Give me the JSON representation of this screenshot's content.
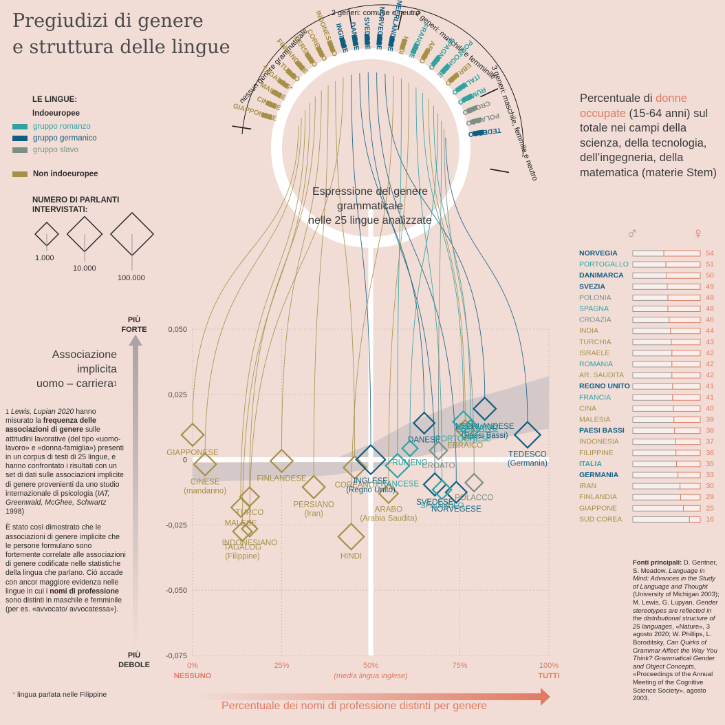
{
  "title": [
    "Pregiudizi di genere",
    "e struttura delle lingue"
  ],
  "colors": {
    "romanzo": "#2fa3a3",
    "germanico": "#0f5e82",
    "slavo": "#7b8f86",
    "non_indoeuropee": "#a69048",
    "female": "#e07a62",
    "male": "#9a9a9a",
    "background": "#f1ddd6"
  },
  "legend": {
    "heading": "LE LINGUE:",
    "subheading": "Indoeuropee",
    "groups": [
      {
        "label": "gruppo romanzo",
        "color": "#2fa3a3"
      },
      {
        "label": "gruppo germanico",
        "color": "#0f5e82"
      },
      {
        "label": "gruppo slavo",
        "color": "#7b8f86"
      }
    ],
    "non_indo": {
      "label": "Non indoeuropee",
      "color": "#a69048"
    },
    "speakers_heading": [
      "NUMERO DI PARLANTI",
      "INTERVISTATI:"
    ],
    "speakers": [
      "1.000",
      "10.000",
      "100.000"
    ]
  },
  "note": {
    "number": "1",
    "p1_authors": "Lewis, Lupian 2020",
    "p1_a": " hanno misurato la ",
    "p1_bold": "frequenza delle associazioni di genere",
    "p1_b": " sulle attitudini lavorative (del tipo «uomo-lavoro» e «donna-famiglia») presenti in un corpus di testi di 25 lingue, e hanno confrontato i risultati con un set di dati sulle associazioni implicite di genere provenienti da uno studio internazionale di psicologia (",
    "p1_cite": "IAT, Greenwald, McGhee, Schwartz",
    "p1_c": " 1998)",
    "p2_a": "È stato così dimostrato che le associazioni di genere implicite che le persone formulano sono fortemente correlate alle associazioni di genere codificate nelle statistiche della lingua che parlano. Ciò accade con ancor maggiore evidenza nelle lingue in cui i ",
    "p2_bold": "nomi di professione",
    "p2_b": " sono distinti in maschile e femminile (per es. «avvocato/ avvocatessa»).",
    "footnote": "lingua parlata nelle Filippine"
  },
  "yaxis_label": [
    "Associazione",
    "implicita",
    "uomo – carriera"
  ],
  "yaxis_top": [
    "PIÙ",
    "FORTE"
  ],
  "yaxis_bottom": [
    "PIÙ",
    "DEBOLE"
  ],
  "xaxis_title": "Percentuale dei nomi di professione distinti per genere",
  "xaxis_left": "NESSUNO",
  "xaxis_right": "TUTTI",
  "xaxis_mid_note": "(media lingua inglese)",
  "circle": {
    "title": [
      "Espressione del genere",
      "grammaticale",
      "nelle 25 lingue analizzate"
    ],
    "sectors": [
      "nessun genere grammaticale",
      "2 generi: comune e neutro",
      "2 generi: maschile e femminile",
      "3 generi: maschile, femmile e neutro"
    ],
    "languages": [
      {
        "label": "GIAPPONESE",
        "group": "non"
      },
      {
        "label": "CINESE",
        "group": "non"
      },
      {
        "label": "MALESE",
        "group": "non"
      },
      {
        "label": "TAGALOG*",
        "group": "non"
      },
      {
        "label": "TURCO",
        "group": "non"
      },
      {
        "label": "FINLANDESE",
        "group": "non"
      },
      {
        "label": "PERSIANO",
        "group": "non"
      },
      {
        "label": "COREANO",
        "group": "non"
      },
      {
        "label": "INDONESIANO",
        "group": "non"
      },
      {
        "label": "INGLESE",
        "group": "ger"
      },
      {
        "label": "DANESE",
        "group": "ger"
      },
      {
        "label": "SVEDESE",
        "group": "ger"
      },
      {
        "label": "NORVEGESE",
        "group": "ger"
      },
      {
        "label": "NEERLANDESE",
        "group": "ger"
      },
      {
        "label": "HINDI",
        "group": "non"
      },
      {
        "label": "FRANCESE",
        "group": "rom"
      },
      {
        "label": "ARABO",
        "group": "non"
      },
      {
        "label": "SPAGNOLO",
        "group": "rom"
      },
      {
        "label": "PORTOGHESE",
        "group": "rom"
      },
      {
        "label": "EBRAICO",
        "group": "non"
      },
      {
        "label": "ITALIANO",
        "group": "rom"
      },
      {
        "label": "RUMENO",
        "group": "rom"
      },
      {
        "label": "CROATO",
        "group": "sla"
      },
      {
        "label": "POLACCO",
        "group": "sla"
      },
      {
        "label": "TEDESCO",
        "group": "ger"
      }
    ]
  },
  "chart_data": [
    {
      "type": "scatter",
      "title": "",
      "xlabel": "Percentuale dei nomi di professione distinti per genere",
      "ylabel": "Associazione implicita uomo – carriera",
      "xlim": [
        0,
        100
      ],
      "ylim": [
        -0.075,
        0.05
      ],
      "x_ticks": [
        "0%",
        "25%",
        "50%",
        "75%",
        "100%"
      ],
      "y_ticks": [
        "0,050",
        "0,025",
        "0",
        "-0,025",
        "-0,050",
        "-0,075"
      ],
      "reference_x": 50,
      "reference_y": 0,
      "points": [
        {
          "label": "GIAPPONESE",
          "sub": "",
          "x": 0,
          "y": 0.0095,
          "group": "non",
          "size": 2
        },
        {
          "label": "CINESE",
          "sub": "(mandarino)",
          "x": 3.5,
          "y": -0.0018,
          "group": "non",
          "size": 2
        },
        {
          "label": "FINLANDESE",
          "sub": "",
          "x": 25,
          "y": -0.0005,
          "group": "non",
          "size": 2
        },
        {
          "label": "COREANO",
          "sub": "",
          "x": 45.5,
          "y": -0.003,
          "group": "non",
          "size": 2
        },
        {
          "label": "PERSIANO",
          "sub": "(Iran)",
          "x": 34,
          "y": -0.0105,
          "group": "non",
          "size": 2
        },
        {
          "label": "TURCO",
          "sub": "",
          "x": 16,
          "y": -0.0142,
          "group": "non",
          "size": 1.5
        },
        {
          "label": "MALESE",
          "sub": "",
          "x": 13.5,
          "y": -0.0183,
          "group": "non",
          "size": 1.5
        },
        {
          "label": "INDONESIANO",
          "sub": "",
          "x": 16,
          "y": -0.0265,
          "group": "non",
          "size": 1
        },
        {
          "label": "TAGALOG",
          "sub": "(Filippine)",
          "x": 14,
          "y": -0.0275,
          "group": "non",
          "size": 1.5
        },
        {
          "label": "HINDI",
          "sub": "",
          "x": 44.5,
          "y": -0.0295,
          "group": "non",
          "size": 2.5
        },
        {
          "label": "ARABO",
          "sub": "(Arabia Saudita)",
          "x": 55,
          "y": -0.013,
          "group": "non",
          "size": 1.5
        },
        {
          "label": "EBRAICO",
          "sub": "",
          "x": 76.5,
          "y": 0.0115,
          "group": "non",
          "size": 1.5
        },
        {
          "label": "INGLESE",
          "sub": "(Regno Unito)",
          "x": 50,
          "y": 0,
          "group": "ger",
          "size": 3
        },
        {
          "label": "DANESE",
          "sub": "",
          "x": 65,
          "y": 0.014,
          "group": "ger",
          "size": 1.8
        },
        {
          "label": "NEERLANDESE",
          "sub": "(Paesi Bassi)",
          "x": 82,
          "y": 0.0195,
          "group": "ger",
          "size": 2
        },
        {
          "label": "TEDESCO",
          "sub": "(Germania)",
          "x": 94,
          "y": 0.0095,
          "group": "ger",
          "size": 2.5
        },
        {
          "label": "SVEDESE",
          "sub": "",
          "x": 68,
          "y": -0.0095,
          "group": "ger",
          "size": 2
        },
        {
          "label": "NORVEGESE",
          "sub": "",
          "x": 74,
          "y": -0.0125,
          "group": "ger",
          "size": 1.8
        },
        {
          "label": "PORTOGHESE",
          "sub": "",
          "x": 76,
          "y": 0.0145,
          "group": "rom",
          "size": 1.8
        },
        {
          "label": "ITALIANO",
          "sub": "",
          "x": 78,
          "y": 0.0115,
          "group": "rom",
          "size": 1.5
        },
        {
          "label": "RUMENO",
          "sub": "",
          "x": 61,
          "y": 0.0043,
          "group": "rom",
          "size": 1
        },
        {
          "label": "FRANCESE",
          "sub": "",
          "x": 57.5,
          "y": -0.0023,
          "group": "rom",
          "size": 2.2
        },
        {
          "label": "SPAGNOLO",
          "sub": "",
          "x": 70,
          "y": -0.0115,
          "group": "rom",
          "size": 1.5
        },
        {
          "label": "CROATO",
          "sub": "",
          "x": 69,
          "y": 0.0035,
          "group": "sla",
          "size": 1.3
        },
        {
          "label": "POLACCO",
          "sub": "",
          "x": 79,
          "y": -0.0088,
          "group": "sla",
          "size": 1.3
        }
      ]
    },
    {
      "type": "bar",
      "title": "Percentuale di donne occupate (15-64 anni) sul totale nei campi della scienza, della tecnologia, dell'ingegneria, della matematica (materie Stem)",
      "categories": [
        "NORVEGIA",
        "PORTOGALLO",
        "DANIMARCA",
        "SVEZIA",
        "POLONIA",
        "SPAGNA",
        "CROAZIA",
        "INDIA",
        "TURCHIA",
        "ISRAELE",
        "ROMANIA",
        "AR. SAUDITA",
        "REGNO UNITO",
        "FRANCIA",
        "CINA",
        "MALESIA",
        "PAESI BASSI",
        "INDONESIA",
        "FILIPPINE",
        "ITALIA",
        "GERMANIA",
        "IRAN",
        "FINLANDIA",
        "GIAPPONE",
        "SUD COREA"
      ],
      "groups": [
        "ger",
        "rom",
        "ger",
        "ger",
        "sla",
        "rom",
        "sla",
        "non",
        "non",
        "non",
        "rom",
        "non",
        "ger",
        "rom",
        "non",
        "non",
        "ger",
        "non",
        "non",
        "rom",
        "ger",
        "non",
        "non",
        "non",
        "non"
      ],
      "values": [
        54,
        51,
        50,
        49,
        48,
        48,
        46,
        44,
        43,
        42,
        42,
        42,
        41,
        41,
        40,
        39,
        38,
        37,
        36,
        35,
        33,
        30,
        29,
        25,
        16
      ],
      "ylim": [
        0,
        100
      ]
    }
  ],
  "stem": {
    "title_a": "Percentuale di ",
    "title_b": "donne occupate",
    "title_c": " (15-64 anni) sul totale nei campi della scienza, della tecnologia, dell’ingegneria, della matematica (materie Stem)",
    "male_symbol": "♂",
    "female_symbol": "♀"
  },
  "sources": {
    "label": "Fonti principali:",
    "text_a": " D. Gentner, S. Meadow, ",
    "it_a": "Language in Mind: Advances in the Study of Language and Thought",
    "text_b": " (University of Michigan 2003); M. Lewis, G. Lupyan, ",
    "it_b": "Gender stereotypes are reflected in the distributional structure of 25 languages",
    "text_c": ", «Nature», 3 agosto 2020; W. Phillips, L. Boroditsky, ",
    "it_c": "Can Quirks of Grammar Affect the Way You Think? Grammatical Gender and Object Concepts",
    "text_d": ", «Proceedings of the Annual Meeting of the Cognitive Science Society», agosto 2003."
  }
}
